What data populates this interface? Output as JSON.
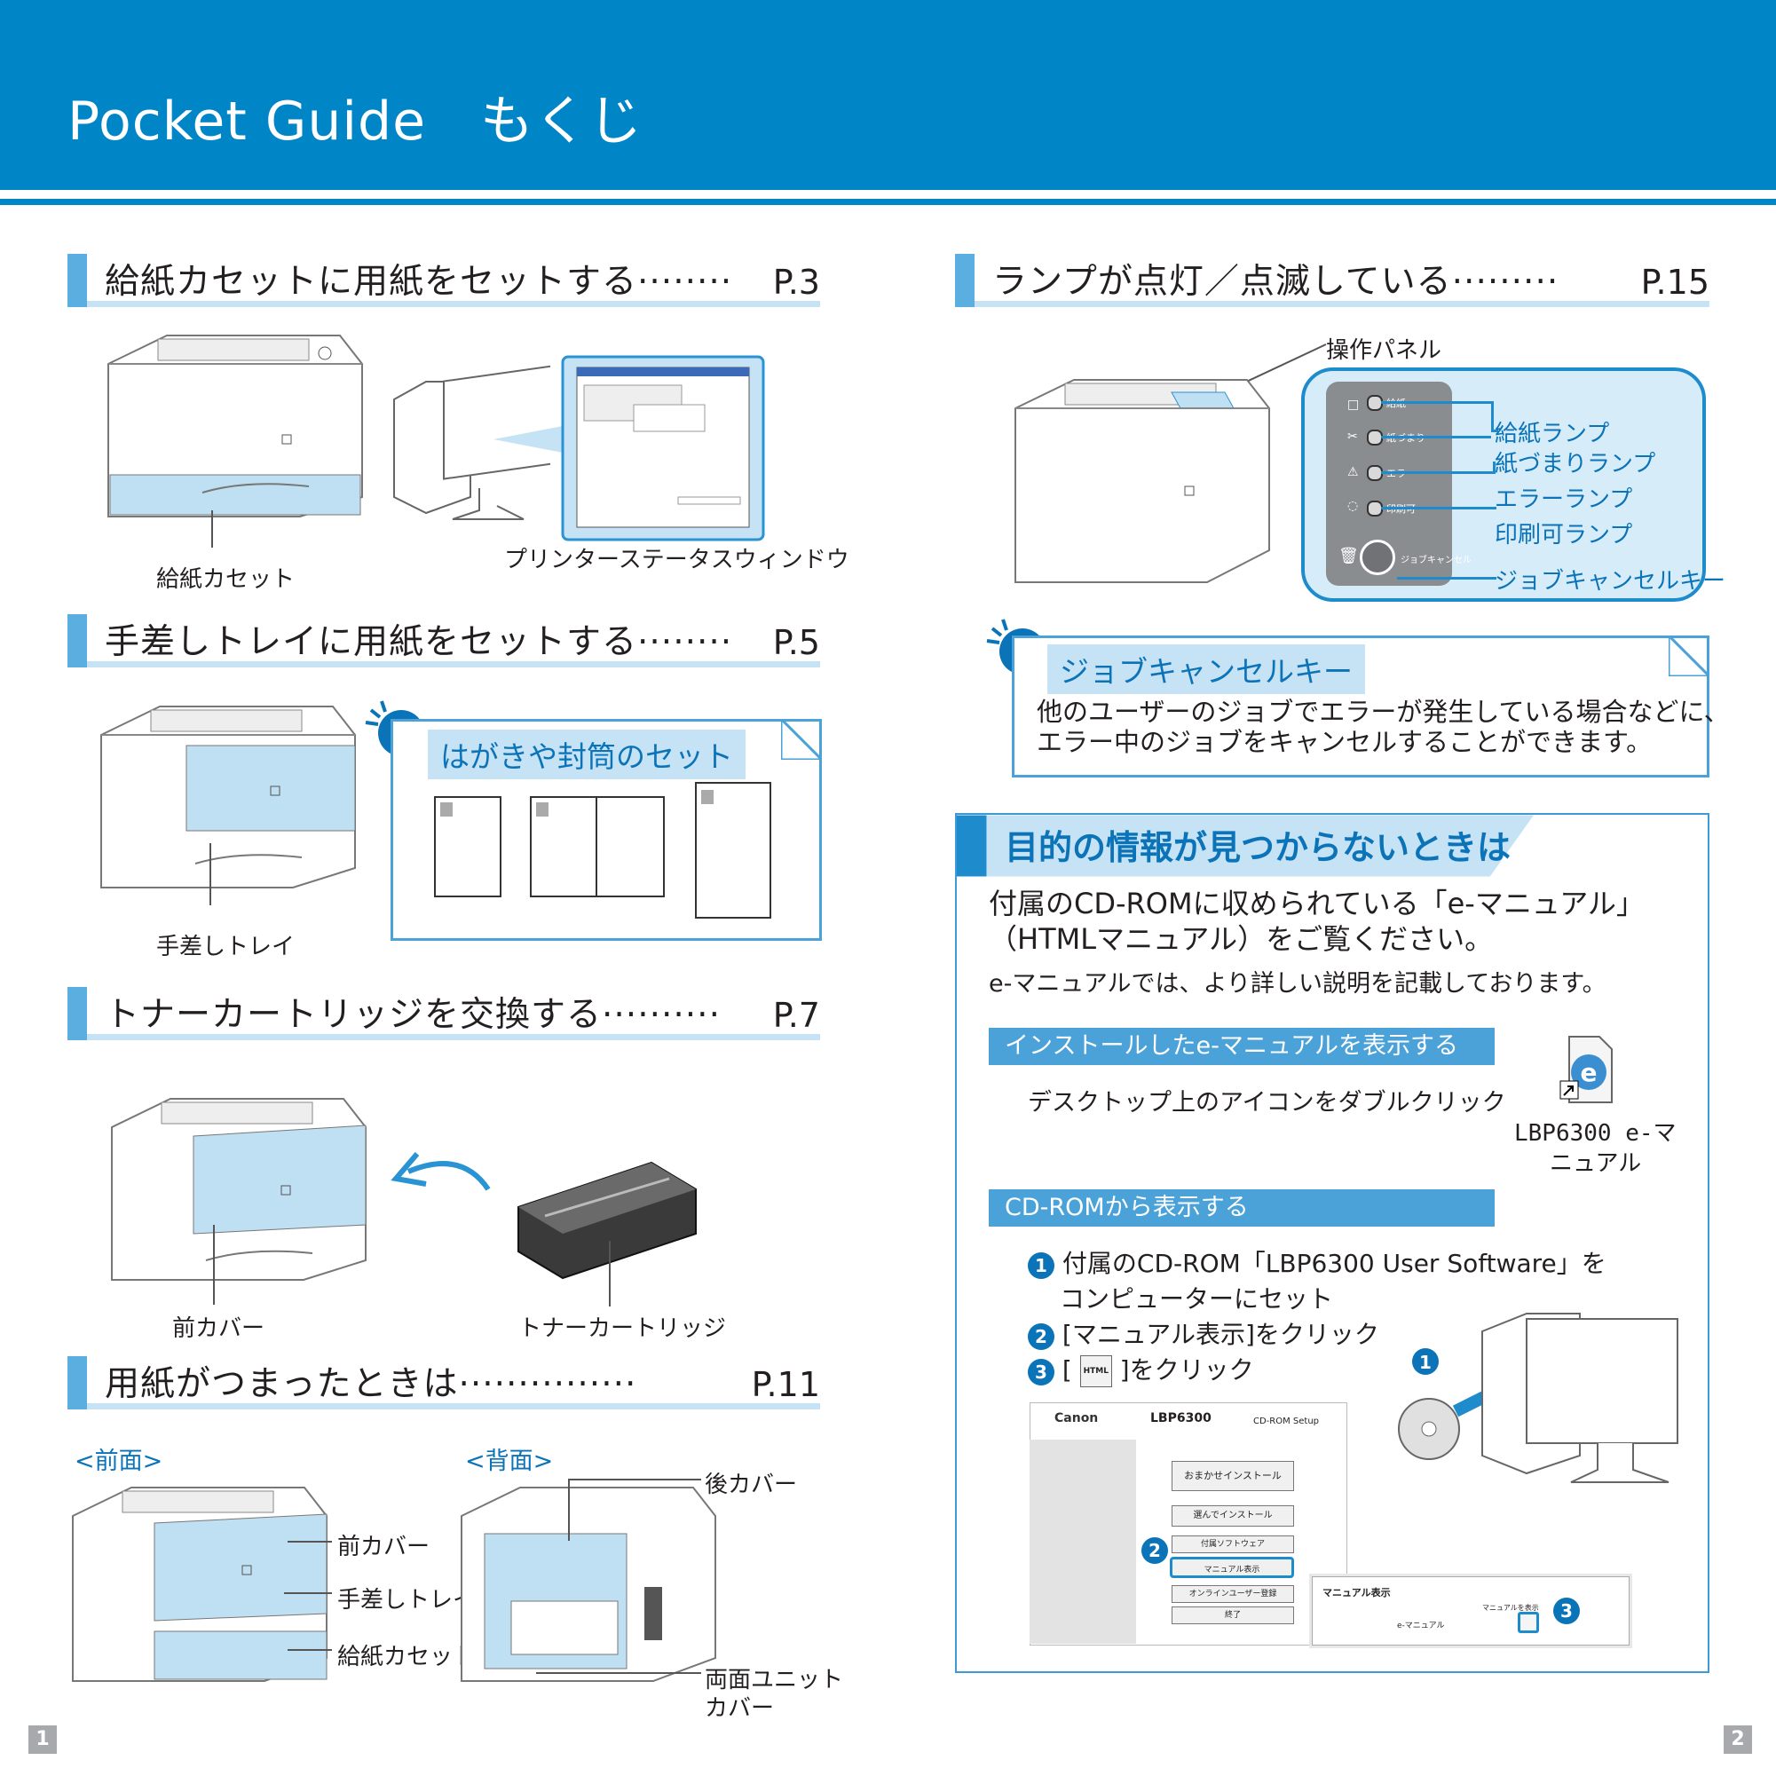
{
  "header": {
    "title": "Pocket Guide　もくじ"
  },
  "left": {
    "sections": [
      {
        "title": "給紙カセットに用紙をセットする········",
        "page": "P.3"
      },
      {
        "title": "手差しトレイに用紙をセットする········",
        "page": "P.5"
      },
      {
        "title": "トナーカートリッジを交換する··········",
        "page": "P.7"
      },
      {
        "title": "用紙がつまったときは···············",
        "page": "P.11"
      }
    ],
    "captions": {
      "cassette": "給紙カセット",
      "status_window": "プリンターステータスウィンドウ",
      "manual_tray": "手差しトレイ",
      "front_cover": "前カバー",
      "toner": "トナーカートリッジ"
    },
    "note": {
      "title": "はがきや封筒のセット"
    },
    "jam": {
      "front_label": "<前面>",
      "back_label": "<背面>",
      "front_callouts": [
        "前カバー",
        "手差しトレイ",
        "給紙カセット"
      ],
      "back_cover": "後カバー",
      "duplex_cover_line1": "両面ユニット",
      "duplex_cover_line2": "カバー"
    }
  },
  "right": {
    "section": {
      "title": "ランプが点灯／点滅している·········",
      "page": "P.15"
    },
    "panel_label": "操作パネル",
    "panel_small": [
      "給紙",
      "紙づまり",
      "エラー",
      "印刷可",
      "ジョブキャンセル"
    ],
    "lamps": [
      "給紙ランプ",
      "紙づまりランプ",
      "エラーランプ",
      "印刷可ランプ",
      "ジョブキャンセルキー"
    ],
    "note": {
      "title": "ジョブキャンセルキー",
      "line1": "他のユーザーのジョブでエラーが発生している場合などに、",
      "line2": "エラー中のジョブをキャンセルすることができます。"
    },
    "info": {
      "title": "目的の情報が見つからないときは",
      "lead1": "付属のCD-ROMに収められている「e-マニュアル」",
      "lead2": "（HTMLマニュアル）をご覧ください。",
      "sub": "e-マニュアルでは、より詳しい説明を記載しております。",
      "strip1": "インストールしたe-マニュアルを表示する",
      "desktop": "デスクトップ上のアイコンをダブルクリック",
      "icon_label1": "LBP6300 e-マ",
      "icon_label2": "ニュアル",
      "strip2": "CD-ROMから表示する",
      "steps": [
        {
          "n": "1",
          "line1": "付属のCD-ROM「LBP6300 User Software」を",
          "line2": "コンピューターにセット"
        },
        {
          "n": "2",
          "line1": "[マニュアル表示]をクリック"
        },
        {
          "n": "3",
          "pre": "[",
          "post": "]をクリック"
        }
      ],
      "setup": {
        "brand": "Canon",
        "model": "LBP6300",
        "window_title": "CD-ROM Setup",
        "buttons": [
          "おまかせインストール",
          "選んでインストール",
          "付属ソフトウェア",
          "マニュアル表示",
          "オンラインユーザー登録",
          "終了"
        ],
        "popup_title": "マニュアル表示",
        "popup_item": "e-マニュアル",
        "popup_col": "マニュアルを表示"
      },
      "html_icon": "HTML"
    }
  },
  "footer": {
    "left_page": "1",
    "right_page": "2"
  }
}
